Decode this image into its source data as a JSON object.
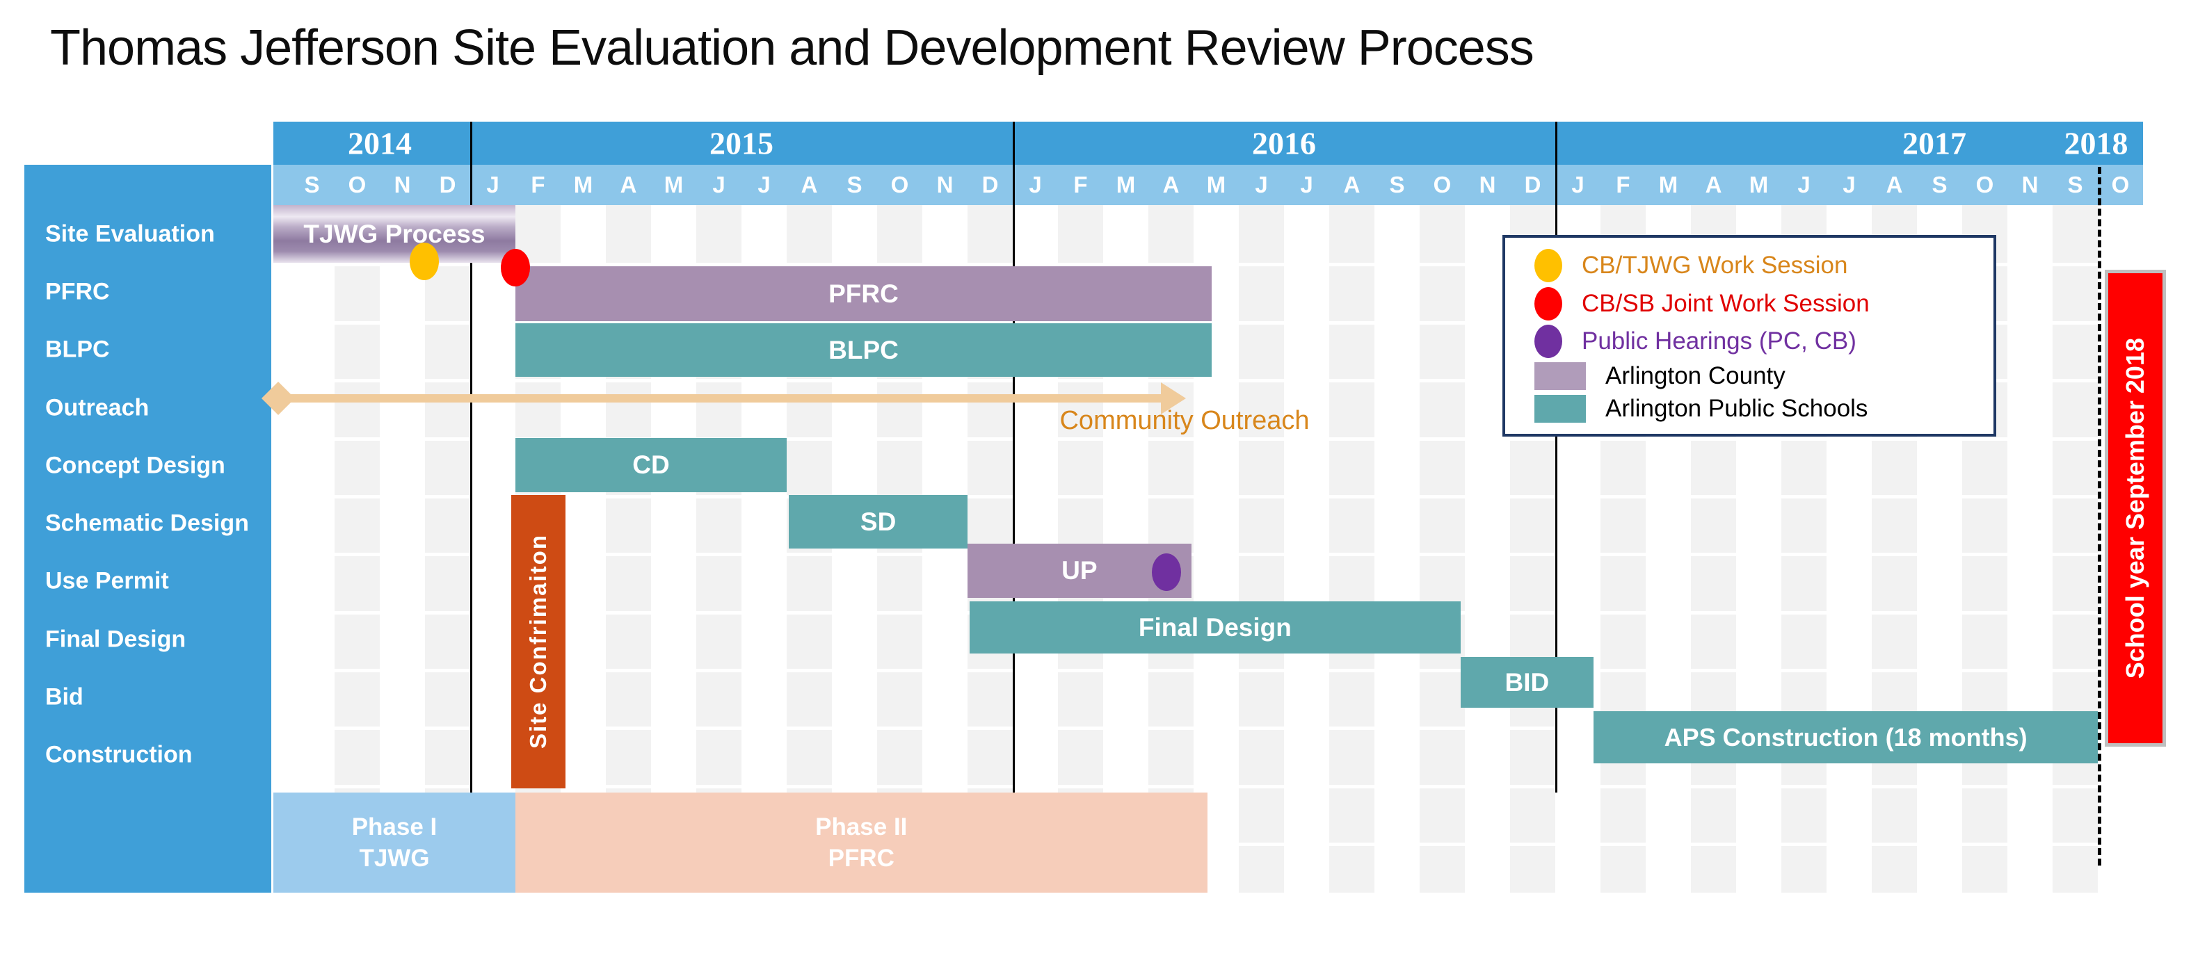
{
  "title": "Thomas Jefferson Site Evaluation and Development Review Process",
  "colors": {
    "header_blue": "#3F9FD8",
    "month_band_blue": "#8CC6EA",
    "sidebar_blue": "#3F9FD8",
    "arlington_county_mauve": "#A78FB0",
    "arlington_county_legend_swatch": "#B09CBA",
    "aps_teal": "#5FA8AC",
    "site_confirmation_orange": "#CE4B14",
    "outreach_arrow_wheat": "#F0CB9B",
    "outreach_text_orange": "#D8861B",
    "work_session_yellow": "#FFC000",
    "joint_session_red": "#FF0000",
    "public_hearing_purple": "#7030A0",
    "phase1_light_blue": "#9CCBED",
    "phase2_light_salmon": "#F6CDBA",
    "stripe_gray": "#F2F2F2",
    "legend_border_navy": "#1F3864",
    "school_year_red": "#FF0000",
    "school_year_border_gray": "#BFBFBF",
    "year_line_black": "#000000"
  },
  "chart_data": {
    "type": "gantt",
    "title": "Thomas Jefferson Site Evaluation and Development Review Process",
    "timeline_note": "Columns are months from Sep 2014; displayed letters jump from Nov 2017 to S and O (school year September 2018)",
    "years": [
      {
        "label": "2014",
        "start": 0,
        "end": 4
      },
      {
        "label": "2015",
        "start": 4,
        "end": 16
      },
      {
        "label": "2016",
        "start": 16,
        "end": 28
      },
      {
        "label": "2017",
        "start": 28,
        "end": 40
      },
      {
        "label": "2018",
        "start": 40,
        "end": 41
      }
    ],
    "month_labels": [
      "S",
      "O",
      "N",
      "D",
      "J",
      "F",
      "M",
      "A",
      "M",
      "J",
      "J",
      "A",
      "S",
      "O",
      "N",
      "D",
      "J",
      "F",
      "M",
      "A",
      "M",
      "J",
      "J",
      "A",
      "S",
      "O",
      "N",
      "D",
      "J",
      "F",
      "M",
      "A",
      "M",
      "J",
      "J",
      "A",
      "S",
      "O",
      "N",
      "S",
      "O"
    ],
    "rows": [
      "Site Evaluation",
      "PFRC",
      "BLPC",
      "Outreach",
      "Concept Design",
      "Schematic Design",
      "Use Permit",
      "Final Design",
      "Bid",
      "Construction"
    ],
    "tasks": [
      {
        "name": "tjwg-process",
        "label": "TJWG Process",
        "row": "Site Evaluation",
        "start": 0,
        "end": 5,
        "owner": "Arlington County",
        "style": "county-gradient"
      },
      {
        "name": "pfrc",
        "label": "PFRC",
        "row": "PFRC",
        "start": 5,
        "end": 20.4,
        "owner": "Arlington County",
        "style": "county"
      },
      {
        "name": "blpc",
        "label": "BLPC",
        "row": "BLPC",
        "start": 5,
        "end": 20.4,
        "owner": "Arlington Public Schools",
        "style": "aps"
      },
      {
        "name": "cd",
        "label": "CD",
        "row": "Concept Design",
        "start": 5,
        "end": 11,
        "owner": "Arlington Public Schools",
        "style": "aps"
      },
      {
        "name": "sd",
        "label": "SD",
        "row": "Schematic Design",
        "start": 11.05,
        "end": 15,
        "owner": "Arlington Public Schools",
        "style": "aps"
      },
      {
        "name": "up",
        "label": "UP",
        "row": "Use Permit",
        "start": 15,
        "end": 19.95,
        "owner": "Arlington County",
        "style": "county"
      },
      {
        "name": "final-design",
        "label": "Final Design",
        "row": "Final Design",
        "start": 15.05,
        "end": 25.9,
        "owner": "Arlington Public Schools",
        "style": "aps"
      },
      {
        "name": "bid",
        "label": "BID",
        "row": "Bid",
        "start": 25.9,
        "end": 28.85,
        "owner": "Arlington Public Schools",
        "style": "aps"
      },
      {
        "name": "aps-construction",
        "label": "APS Construction (18 months)",
        "row": "Construction",
        "start": 28.85,
        "end": 40,
        "owner": "Arlington Public Schools",
        "style": "aps"
      }
    ],
    "milestones": [
      {
        "name": "cb-tjwg-work-session-dot",
        "month": 2.98,
        "color_key": "work_session_yellow"
      },
      {
        "name": "cb-sb-joint-work-session-dot",
        "month": 5.0,
        "color_key": "joint_session_red"
      },
      {
        "name": "public-hearing-dot",
        "month": 19.4,
        "color_key": "public_hearing_purple"
      }
    ],
    "outreach_arrow": {
      "label": "Community Outreach",
      "start": 0,
      "end": 19.8
    },
    "site_confirmation": {
      "label": "Site Confrimaiton",
      "start": 4.9,
      "end": 6.1
    },
    "phases": [
      {
        "name": "phase-1",
        "label_line1": "Phase I",
        "label_line2": "TJWG",
        "start": 0,
        "end": 5,
        "color_key": "phase1_light_blue"
      },
      {
        "name": "phase-2",
        "label_line1": "Phase II",
        "label_line2": "PFRC",
        "start": 5,
        "end": 20.3,
        "color_key": "phase2_light_salmon"
      }
    ],
    "school_year_marker": {
      "label": "School year September 2018",
      "month_boundary": 40
    }
  },
  "legend": {
    "items": [
      {
        "name": "cb-tjwg-work-session",
        "marker": "ellipse",
        "marker_color": "#FFC000",
        "label": "CB/TJWG Work Session",
        "text_color": "#D8861B"
      },
      {
        "name": "cb-sb-joint-work-session",
        "marker": "ellipse",
        "marker_color": "#FF0000",
        "label": "CB/SB Joint Work Session",
        "text_color": "#E00000"
      },
      {
        "name": "public-hearings",
        "marker": "ellipse",
        "marker_color": "#7030A0",
        "label": "Public Hearings (PC, CB)",
        "text_color": "#7030A0"
      },
      {
        "name": "arlington-county",
        "marker": "rect",
        "marker_color": "#B09CBA",
        "label": "Arlington County",
        "text_color": "#000000"
      },
      {
        "name": "arlington-public-schools",
        "marker": "rect",
        "marker_color": "#5FA8AC",
        "label": "Arlington Public Schools",
        "text_color": "#000000"
      }
    ]
  }
}
